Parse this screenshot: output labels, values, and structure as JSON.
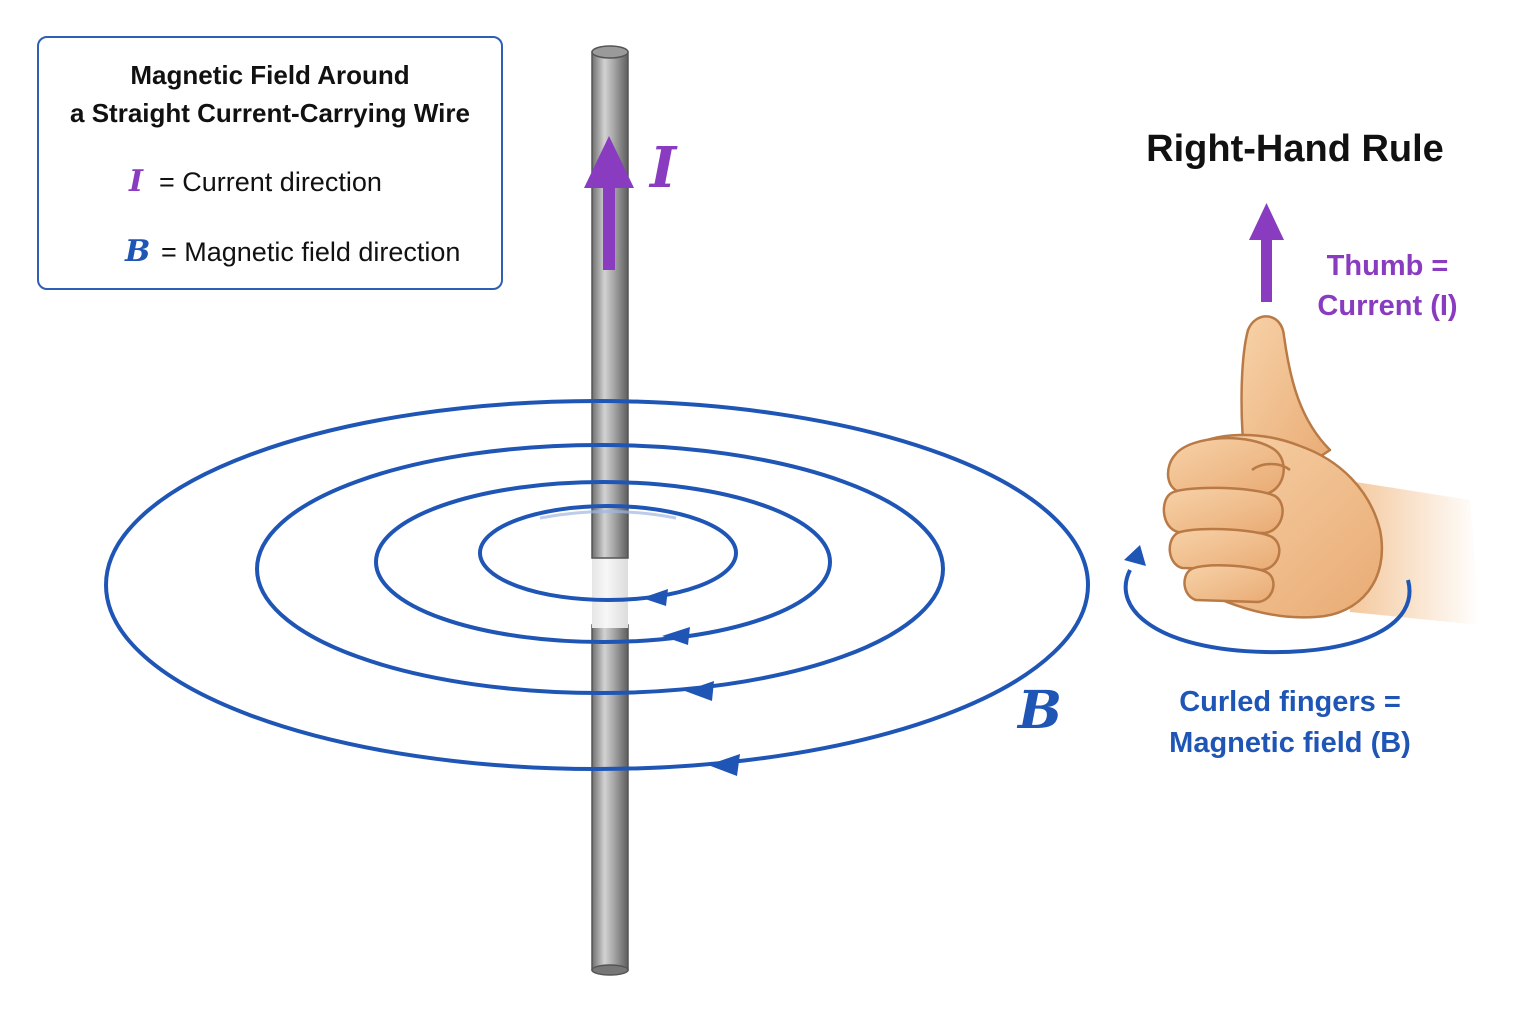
{
  "legend": {
    "title_line1": "Magnetic Field Around",
    "title_line2": "a Straight Current-Carrying Wire",
    "current_symbol": "I",
    "current_text": "= Current direction",
    "field_symbol": "B",
    "field_text": "= Magnetic field direction"
  },
  "wire": {
    "current_label": "I"
  },
  "field": {
    "label": "B"
  },
  "right_hand": {
    "title": "Right-Hand Rule",
    "thumb_line1": "Thumb =",
    "thumb_line2": "Current (I)",
    "fingers_line1": "Curled fingers =",
    "fingers_line2": "Magnetic field (B)"
  },
  "colors": {
    "current": "#8a3cc0",
    "field": "#1f56b5",
    "wire": "#8f8f8f",
    "border": "#2f5fb3",
    "skin": "#f2c08e"
  }
}
